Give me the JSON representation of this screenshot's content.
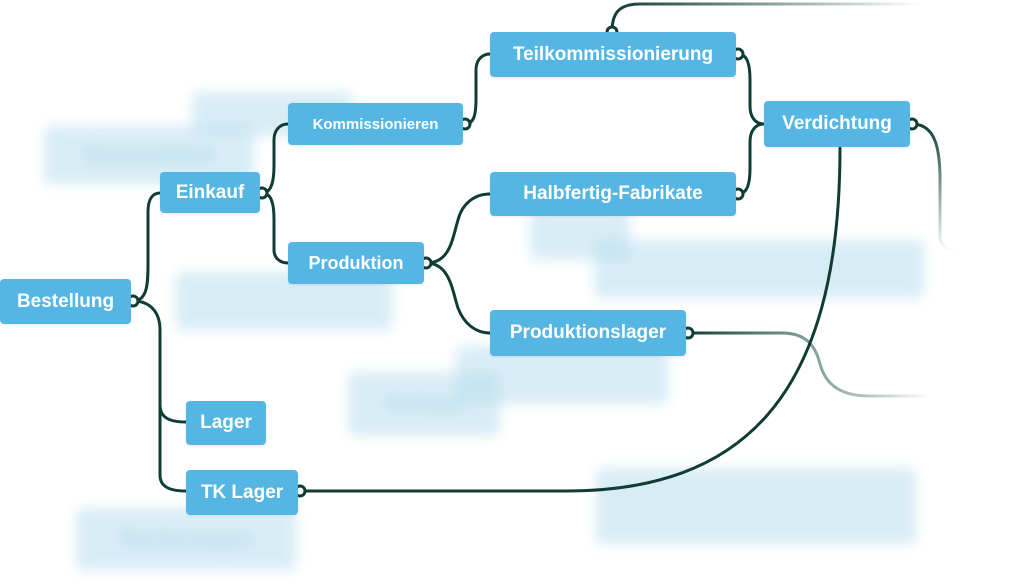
{
  "colors": {
    "node_fill": "#55b6e4",
    "node_text": "#ffffff",
    "connector": "#0f3d34",
    "ghost_fill": "#b9def0"
  },
  "nodes": {
    "bestellung": "Bestellung",
    "einkauf": "Einkauf",
    "kommissionieren": "Kommissionieren",
    "produktion": "Produktion",
    "teilkommissionierung": "Teilkommissionierung",
    "halbfertig": "Halbfertig-Fabrikate",
    "produktionslager": "Produktionslager",
    "verdichtung": "Verdichtung",
    "lager": "Lager",
    "tk_lager": "TK Lager"
  },
  "ghost_nodes": {
    "stammdaten": "Stammdaten",
    "verkauf": "Verkauf",
    "rechnungen": "Rechnungen"
  }
}
